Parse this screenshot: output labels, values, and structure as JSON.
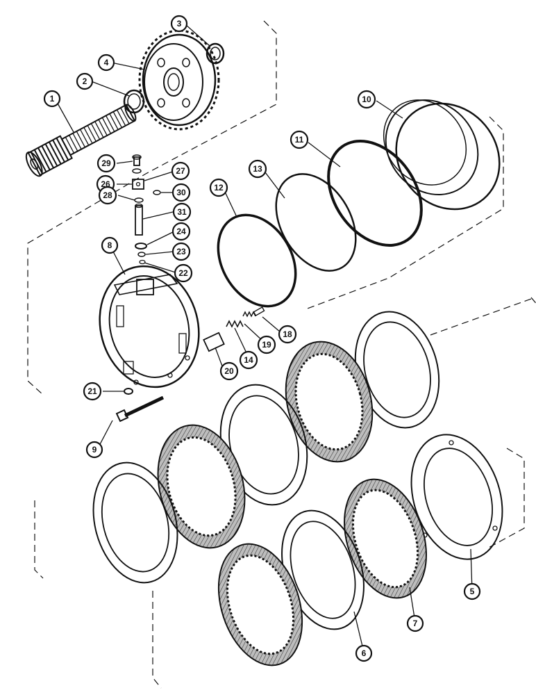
{
  "diagram": {
    "colors": {
      "ink": "#111111",
      "paper": "#ffffff",
      "friction_fill": "#9a9a9a"
    },
    "callouts": [
      {
        "id": "c1",
        "label": "1"
      },
      {
        "id": "c2",
        "label": "2"
      },
      {
        "id": "c3",
        "label": "3"
      },
      {
        "id": "c4",
        "label": "4"
      },
      {
        "id": "c5",
        "label": "5"
      },
      {
        "id": "c6",
        "label": "6"
      },
      {
        "id": "c7",
        "label": "7"
      },
      {
        "id": "c8",
        "label": "8"
      },
      {
        "id": "c9",
        "label": "9"
      },
      {
        "id": "c10",
        "label": "10"
      },
      {
        "id": "c11",
        "label": "11"
      },
      {
        "id": "c12",
        "label": "12"
      },
      {
        "id": "c13",
        "label": "13"
      },
      {
        "id": "c14",
        "label": "14"
      },
      {
        "id": "c18",
        "label": "18"
      },
      {
        "id": "c19",
        "label": "19"
      },
      {
        "id": "c20",
        "label": "20"
      },
      {
        "id": "c21",
        "label": "21"
      },
      {
        "id": "c22",
        "label": "22"
      },
      {
        "id": "c23",
        "label": "23"
      },
      {
        "id": "c24",
        "label": "24"
      },
      {
        "id": "c26",
        "label": "26"
      },
      {
        "id": "c27",
        "label": "27"
      },
      {
        "id": "c28",
        "label": "28"
      },
      {
        "id": "c29",
        "label": "29"
      },
      {
        "id": "c30",
        "label": "30"
      },
      {
        "id": "c31",
        "label": "31"
      }
    ]
  }
}
